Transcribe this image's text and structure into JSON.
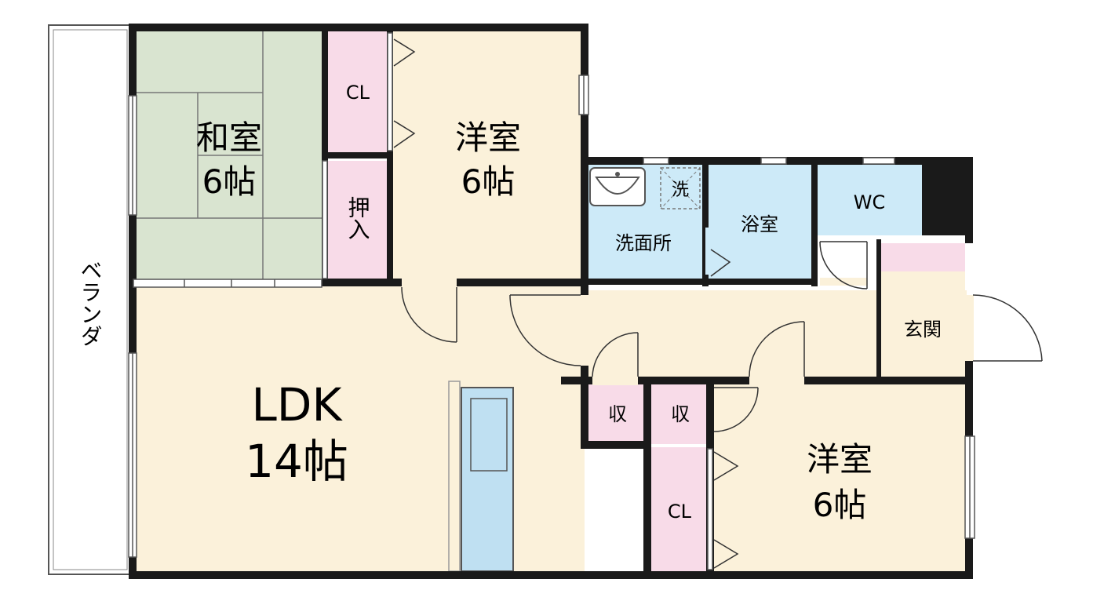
{
  "rooms": {
    "washitsu": {
      "name": "和室",
      "size": "6帖"
    },
    "yoshitsu_north": {
      "name": "洋室",
      "size": "6帖"
    },
    "yoshitsu_south": {
      "name": "洋室",
      "size": "6帖"
    },
    "ldk": {
      "name": "LDK",
      "size": "14帖"
    },
    "senmenjo": {
      "name": "洗面所"
    },
    "sentakuki": {
      "name": "洗"
    },
    "yokushitsu": {
      "name": "浴室"
    },
    "wc": {
      "name": "WC"
    },
    "genkan": {
      "name": "玄関"
    },
    "closet_north": {
      "name": "CL"
    },
    "closet_south": {
      "name": "CL"
    },
    "oshiire": {
      "name": "押入"
    },
    "storage_left": {
      "name": "収"
    },
    "storage_right": {
      "name": "収"
    },
    "veranda": {
      "name": "ベランダ"
    }
  },
  "colors": {
    "wall": "#1a1a1a",
    "floor_wood": "#fbf1da",
    "tatami": "#d9e4d0",
    "closet": "#f8dbe8",
    "wet_area": "#cdeaf8",
    "kitchen": "#bfe0f2"
  }
}
